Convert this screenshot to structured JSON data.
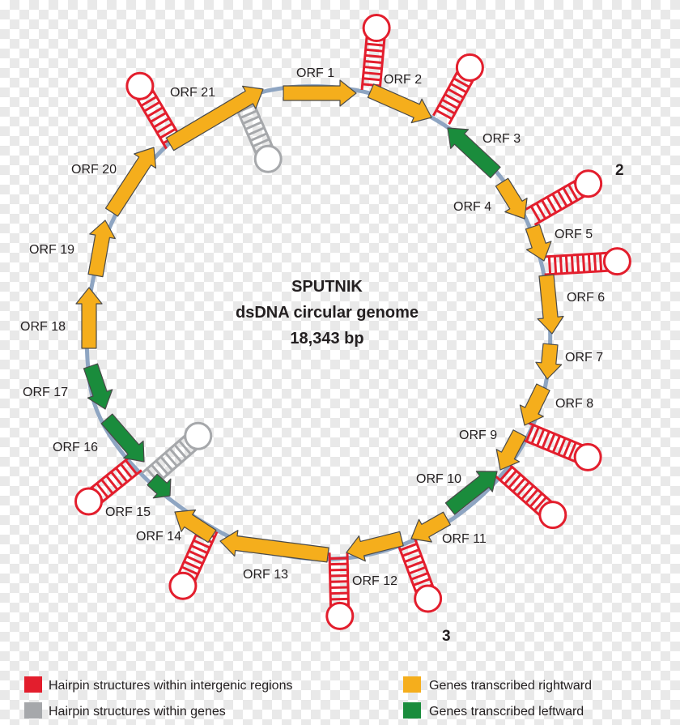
{
  "title": {
    "line1": "SPUTNIK",
    "line2": "dsDNA circular genome",
    "line3": "18,343 bp"
  },
  "colors": {
    "rightward": "#f5ae1c",
    "leftward": "#1a8c3c",
    "hairpin_intergenic": "#e31e2d",
    "hairpin_genes": "#a6a8ab",
    "backbone": "#8ea5c2",
    "outline": "#4a4a4a"
  },
  "region_labels": {
    "r2": "2",
    "r3": "3"
  },
  "orfs": [
    {
      "id": "o1",
      "label": "ORF 1",
      "direction": "rightward"
    },
    {
      "id": "o2",
      "label": "ORF 2",
      "direction": "rightward"
    },
    {
      "id": "o3",
      "label": "ORF 3",
      "direction": "leftward"
    },
    {
      "id": "o4",
      "label": "ORF 4",
      "direction": "rightward"
    },
    {
      "id": "o5",
      "label": "ORF 5",
      "direction": "rightward"
    },
    {
      "id": "o6",
      "label": "ORF 6",
      "direction": "rightward"
    },
    {
      "id": "o7",
      "label": "ORF 7",
      "direction": "rightward"
    },
    {
      "id": "o8",
      "label": "ORF 8",
      "direction": "rightward"
    },
    {
      "id": "o9",
      "label": "ORF 9",
      "direction": "rightward"
    },
    {
      "id": "o10",
      "label": "ORF 10",
      "direction": "leftward"
    },
    {
      "id": "o11",
      "label": "ORF 11",
      "direction": "rightward"
    },
    {
      "id": "o12",
      "label": "ORF 12",
      "direction": "rightward"
    },
    {
      "id": "o13",
      "label": "ORF 13",
      "direction": "rightward"
    },
    {
      "id": "o14",
      "label": "ORF 14",
      "direction": "rightward"
    },
    {
      "id": "o15",
      "label": "ORF 15",
      "direction": "leftward"
    },
    {
      "id": "o16",
      "label": "ORF 16",
      "direction": "leftward"
    },
    {
      "id": "o17",
      "label": "ORF 17",
      "direction": "leftward"
    },
    {
      "id": "o18",
      "label": "ORF 18",
      "direction": "rightward"
    },
    {
      "id": "o19",
      "label": "ORF 19",
      "direction": "rightward"
    },
    {
      "id": "o20",
      "label": "ORF 20",
      "direction": "rightward"
    },
    {
      "id": "o21",
      "label": "ORF 21",
      "direction": "rightward"
    }
  ],
  "hairpins": [
    {
      "id": "h1",
      "type": "intergenic"
    },
    {
      "id": "h2",
      "type": "intergenic"
    },
    {
      "id": "h3",
      "type": "intergenic"
    },
    {
      "id": "h4",
      "type": "intergenic"
    },
    {
      "id": "h5",
      "type": "intergenic"
    },
    {
      "id": "h6",
      "type": "intergenic"
    },
    {
      "id": "h7",
      "type": "intergenic"
    },
    {
      "id": "h8",
      "type": "intergenic"
    },
    {
      "id": "h9",
      "type": "intergenic"
    },
    {
      "id": "h10",
      "type": "intergenic"
    },
    {
      "id": "h11",
      "type": "intergenic"
    },
    {
      "id": "h12",
      "type": "intergenic"
    },
    {
      "id": "g1",
      "type": "genes"
    },
    {
      "id": "g2",
      "type": "genes"
    }
  ],
  "legend": [
    {
      "id": "leg-red",
      "label": "Hairpin structures within intergenic regions",
      "color": "#e31e2d"
    },
    {
      "id": "leg-grey",
      "label": "Hairpin structures within genes",
      "color": "#a6a8ab"
    },
    {
      "id": "leg-orange",
      "label": "Genes transcribed rightward",
      "color": "#f5ae1c"
    },
    {
      "id": "leg-green",
      "label": "Genes transcribed leftward",
      "color": "#1a8c3c"
    }
  ]
}
